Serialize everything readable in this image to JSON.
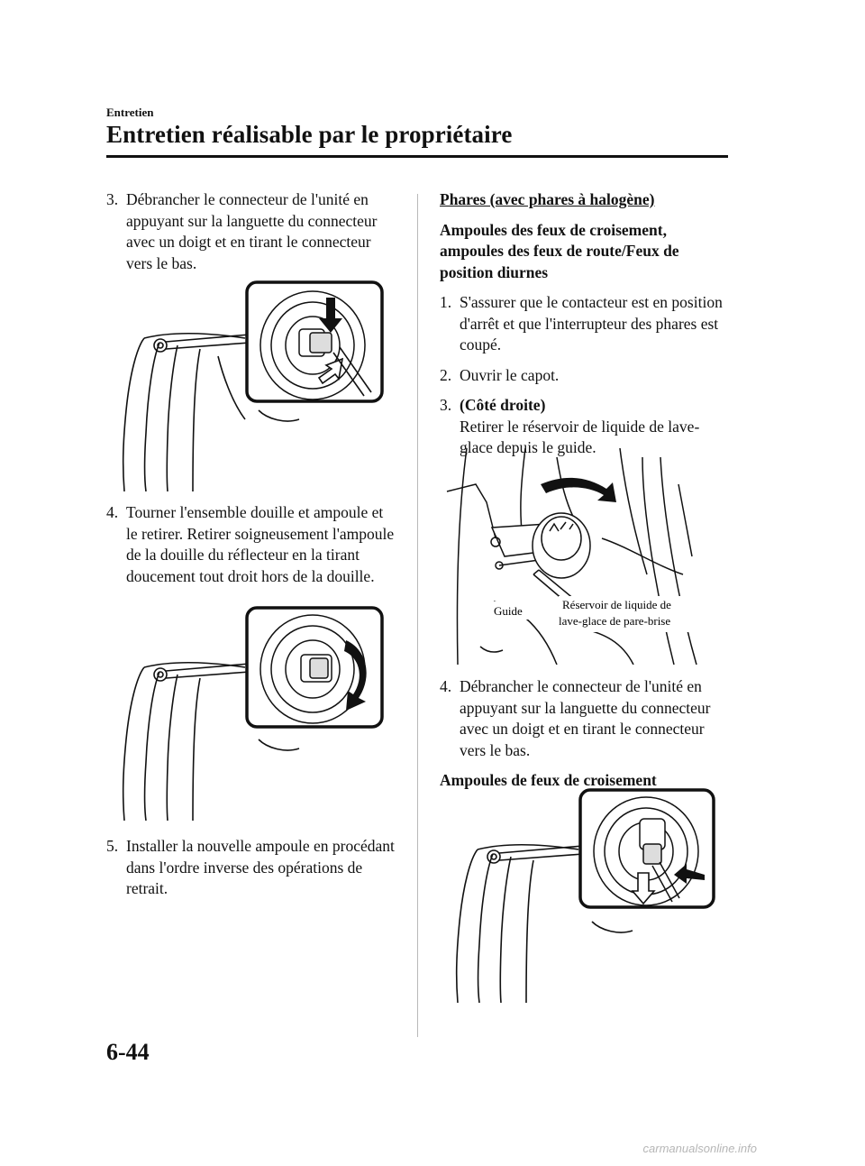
{
  "header": {
    "section": "Entretien",
    "title": "Entretien réalisable par le propriétaire"
  },
  "left": {
    "step3": {
      "num": "3.",
      "text": "Débrancher le connecteur de l'unité en appuyant sur la languette du connecteur avec un doigt et en tirant le connecteur vers le bas."
    },
    "step4": {
      "num": "4.",
      "text": "Tourner l'ensemble douille et ampoule et le retirer. Retirer soigneusement l'ampoule de la douille du réflecteur en la tirant doucement tout droit hors de la douille."
    },
    "step5": {
      "num": "5.",
      "text": "Installer la nouvelle ampoule en procédant dans l'ordre inverse des opérations de retrait."
    }
  },
  "right": {
    "heading": "Phares (avec phares à halogène)",
    "subheading": "Ampoules des feux de croisement, ampoules des feux de route/Feux de position diurnes",
    "step1": {
      "num": "1.",
      "text": "S'assurer que le contacteur est en position d'arrêt et que l'interrupteur des phares est coupé."
    },
    "step2": {
      "num": "2.",
      "text": "Ouvrir le capot."
    },
    "step3": {
      "num": "3.",
      "label": "(Côté droite)",
      "text": "Retirer le réservoir de liquide de lave-glace depuis le guide."
    },
    "figure_labels": {
      "guide": "Guide",
      "reservoir_line1": "Réservoir de liquide de",
      "reservoir_line2": "lave-glace de pare-brise"
    },
    "step4": {
      "num": "4.",
      "text": "Débrancher le connecteur de l'unité en appuyant sur la languette du connecteur avec un doigt et en tirant le connecteur vers le bas."
    },
    "subheading2": "Ampoules de feux de croisement"
  },
  "footer": {
    "page": "6-44"
  },
  "watermark": "carmanualsonline.info"
}
